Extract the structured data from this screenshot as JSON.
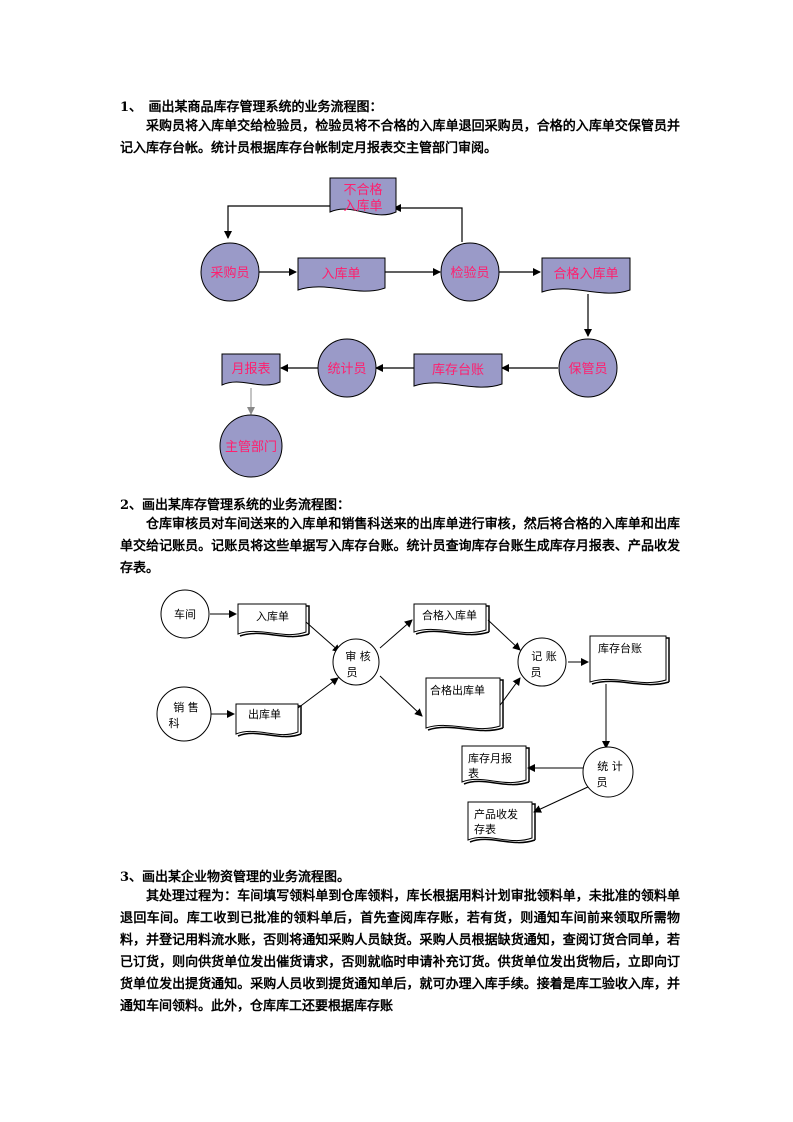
{
  "section1": {
    "heading": "1、　画出某商品库存管理系统的业务流程图：",
    "description": "采购员将入库单交给检验员，检验员将不合格的入库单退回采购员，合格的入库单交保管员并记入库存台帐。统计员根据库存台帐制定月报表交主管部门审阅。",
    "diagram": {
      "reject_doc_line1": "不合格",
      "reject_doc_line2": "入库单",
      "purchaser": "采购员",
      "inbound_doc": "入库单",
      "inspector": "检验员",
      "qualified_doc": "合格入库单",
      "keeper": "保管员",
      "ledger": "库存台账",
      "statistician": "统计员",
      "monthly_report": "月报表",
      "department": "主管部门"
    }
  },
  "section2": {
    "heading": "2、画出某库存管理系统的业务流程图：",
    "description": "仓库审核员对车间送来的入库单和销售科送来的出库单进行审核，然后将合格的入库单和出库单交给记账员。记账员将这些单据写入库存台账。统计员查询库存台账生成库存月报表、产品收发存表。",
    "diagram": {
      "workshop": "车间",
      "sales_line1": "销 售",
      "sales_line2": "科",
      "inbound_doc": "入库单",
      "outbound_doc": "出库单",
      "auditor_line1": "审 核",
      "auditor_line2": "员",
      "qualified_in": "合格入库单",
      "qualified_out": "合格出库单",
      "bookkeeper_line1": "记 账",
      "bookkeeper_line2": "员",
      "ledger": "库存台账",
      "statistician_line1": "统 计",
      "statistician_line2": "员",
      "monthly_line1": "库存月报",
      "monthly_line2": "表",
      "product_line1": "产品收发",
      "product_line2": "存表"
    }
  },
  "section3": {
    "heading": "3、画出某企业物资管理的业务流程图。",
    "description": "其处理过程为：车间填写领料单到仓库领料，库长根据用料计划审批领料单，未批准的领料单退回车间。库工收到已批准的领料单后，首先查阅库存账，若有货，则通知车间前来领取所需物料，并登记用料流水账，否则将通知采购人员缺货。采购人员根据缺货通知，查阅订货合同单，若已订货，则向供货单位发出催货请求，否则就临时申请补充订货。供货单位发出货物后，立即向订货单位发出提货通知。采购人员收到提货通知单后，就可办理入库手续。接着是库工验收入库，并通知车间领料。此外，仓库库工还要根据库存账"
  }
}
